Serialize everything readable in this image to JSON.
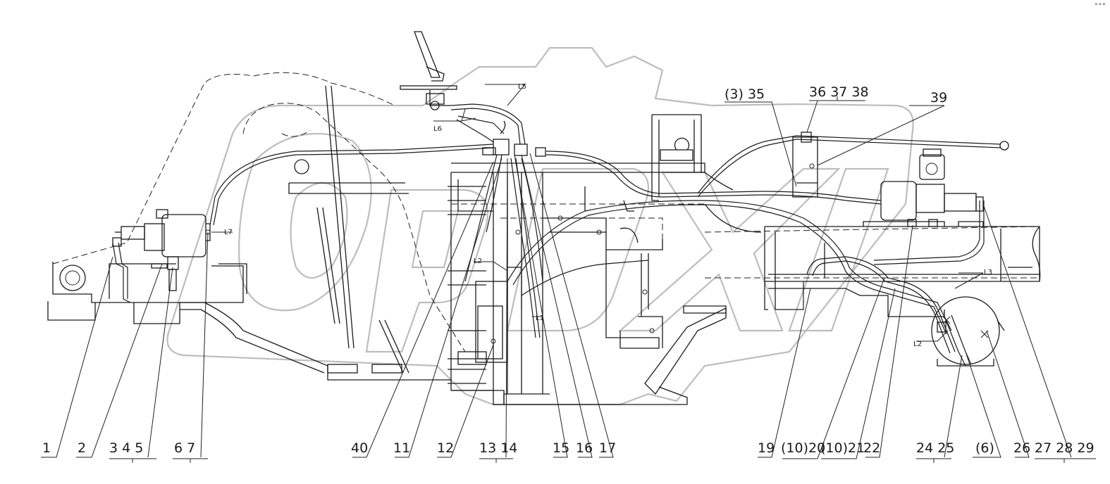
{
  "diagram": {
    "corner_mark": "°°°",
    "part_callouts": [
      {
        "id": "c1",
        "text": "1"
      },
      {
        "id": "c2",
        "text": "2"
      },
      {
        "id": "c3",
        "text": "3  4  5"
      },
      {
        "id": "c6",
        "text": "6  7"
      },
      {
        "id": "c40",
        "text": "40"
      },
      {
        "id": "c11",
        "text": "11"
      },
      {
        "id": "c12",
        "text": "12"
      },
      {
        "id": "c13",
        "text": "13 14"
      },
      {
        "id": "c15",
        "text": "15"
      },
      {
        "id": "c16",
        "text": "16"
      },
      {
        "id": "c17",
        "text": "17"
      },
      {
        "id": "c19",
        "text": "19"
      },
      {
        "id": "c20",
        "text": "(10)20"
      },
      {
        "id": "c21",
        "text": "(10)21"
      },
      {
        "id": "c22",
        "text": "22"
      },
      {
        "id": "c24",
        "text": "24 25"
      },
      {
        "id": "c6b",
        "text": "(6)"
      },
      {
        "id": "c26",
        "text": "26"
      },
      {
        "id": "c27",
        "text": "27 28 29"
      },
      {
        "id": "c35",
        "text": "(3) 35"
      },
      {
        "id": "c36",
        "text": "36 37 38"
      },
      {
        "id": "c39",
        "text": "39"
      }
    ],
    "line_labels": [
      {
        "id": "L5",
        "text": "L5"
      },
      {
        "id": "L6",
        "text": "L6"
      },
      {
        "id": "L7",
        "text": "L7"
      },
      {
        "id": "L2a",
        "text": "L2"
      },
      {
        "id": "L1",
        "text": "L1"
      },
      {
        "id": "L3",
        "text": "L3"
      },
      {
        "id": "L2b",
        "text": "L2"
      }
    ]
  }
}
